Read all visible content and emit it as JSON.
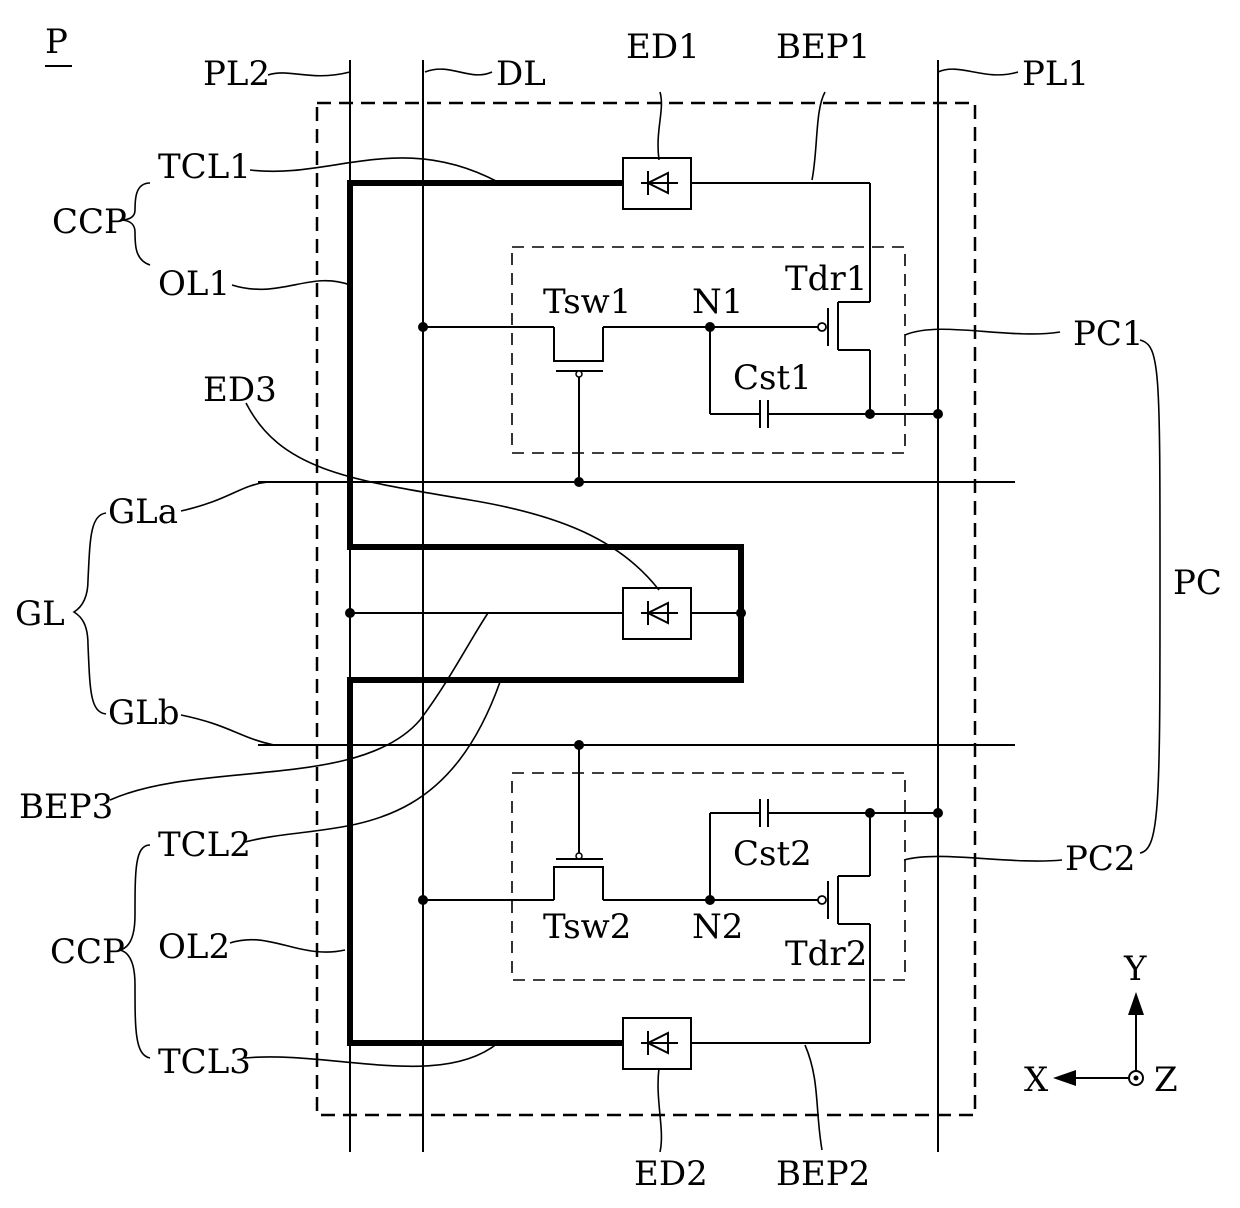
{
  "labels": {
    "figure": "P",
    "pl2": "PL2",
    "dl": "DL",
    "pl1": "PL1",
    "ed1": "ED1",
    "bep1": "BEP1",
    "tcl1": "TCL1",
    "ccp_top": "CCP",
    "ol1": "OL1",
    "tsw1": "Tsw1",
    "n1": "N1",
    "tdr1": "Tdr1",
    "cst1": "Cst1",
    "pc1": "PC1",
    "ed3": "ED3",
    "gla": "GLa",
    "gl": "GL",
    "glb": "GLb",
    "pc": "PC",
    "bep3": "BEP3",
    "tcl2": "TCL2",
    "cst2": "Cst2",
    "pc2": "PC2",
    "ccp_bottom": "CCP",
    "ol2": "OL2",
    "tsw2": "Tsw2",
    "n2": "N2",
    "tdr2": "Tdr2",
    "tcl3": "TCL3",
    "ed2": "ED2",
    "bep2": "BEP2",
    "axis_y": "Y",
    "axis_x": "X",
    "axis_z": "Z"
  }
}
